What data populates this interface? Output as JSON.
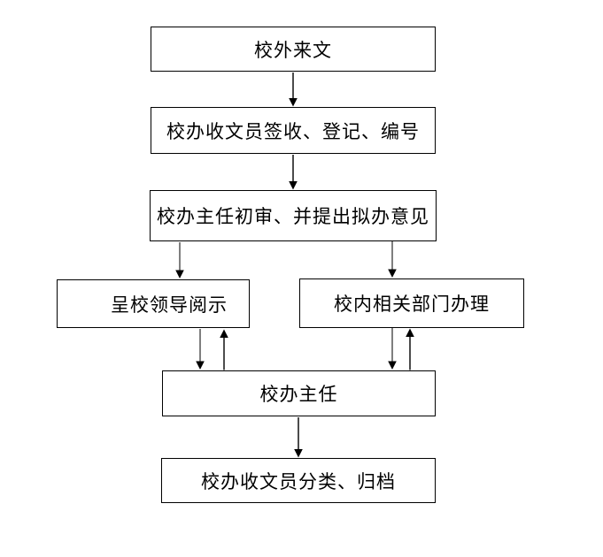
{
  "page": {
    "background_color": "#ffffff",
    "box_border_color": "#000000",
    "text_color": "#000000",
    "arrow_black": "#000000",
    "arrow_gray_shaft": "#7f7f7f"
  },
  "flowchart": {
    "nodes": [
      {
        "id": "external-incoming-document",
        "label": "校外来文"
      },
      {
        "id": "clerk-sign-register-number",
        "label": "校办收文员签收、登记、编号"
      },
      {
        "id": "director-initial-review",
        "label": "校办主任初审、并提出拟办意见"
      },
      {
        "id": "submit-to-leaders-review",
        "label": "呈校领导阅示"
      },
      {
        "id": "internal-departments-handle",
        "label": "校内相关部门办理"
      },
      {
        "id": "office-director",
        "label": "校办主任"
      },
      {
        "id": "clerk-classify-archive",
        "label": "校办收文员分类、归档"
      }
    ],
    "edges": [
      {
        "from": "external-incoming-document",
        "to": "clerk-sign-register-number",
        "direction": "down"
      },
      {
        "from": "clerk-sign-register-number",
        "to": "director-initial-review",
        "direction": "down"
      },
      {
        "from": "director-initial-review",
        "to": "submit-to-leaders-review",
        "direction": "down"
      },
      {
        "from": "director-initial-review",
        "to": "internal-departments-handle",
        "direction": "down"
      },
      {
        "from": "submit-to-leaders-review",
        "to": "office-director",
        "direction": "down"
      },
      {
        "from": "office-director",
        "to": "submit-to-leaders-review",
        "direction": "up"
      },
      {
        "from": "internal-departments-handle",
        "to": "office-director",
        "direction": "down"
      },
      {
        "from": "office-director",
        "to": "internal-departments-handle",
        "direction": "up"
      },
      {
        "from": "office-director",
        "to": "clerk-classify-archive",
        "direction": "down"
      }
    ]
  }
}
